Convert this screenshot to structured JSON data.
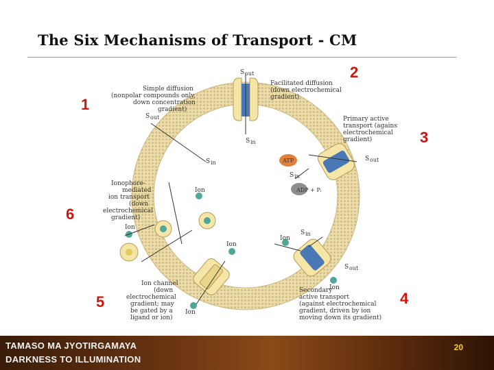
{
  "slide": {
    "title": "The Six Mechanisms of Transport - CM",
    "numbers": [
      "1",
      "2",
      "3",
      "4",
      "5",
      "6"
    ]
  },
  "diagram": {
    "labels": {
      "simple_diffusion": [
        "Simple diffusion",
        "(nonpolar compounds only,",
        "down concentration",
        "gradient)"
      ],
      "facilitated": [
        "Facilitated diffusion",
        "(down electrochemical",
        "gradient)"
      ],
      "primary": [
        "Primary active",
        "transport (against",
        "electrochemical",
        "gradient)"
      ],
      "ionophore": [
        "Ionophore-",
        "mediated",
        "ion transport",
        "(down",
        "electrochemical",
        "gradient)"
      ],
      "ion_channel": [
        "Ion channel",
        "(down",
        "electrochemical",
        "gradient; may",
        "be gated by a",
        "ligand or ion)"
      ],
      "secondary": [
        "Secondary",
        "active transport",
        "(against electrochemical",
        "gradient, driven by ion",
        "moving down its gradient)"
      ],
      "s_out": "S",
      "s_in": "S",
      "out_sub": "out",
      "in_sub": "in",
      "ion": "Ion",
      "atp": "ATP",
      "adp": "ADP + Pᵢ"
    }
  },
  "footer": {
    "line1": "TAMASO MA JYOTIRGAMAYA",
    "line2": "DARKNESS TO ILLUMINATION",
    "page": "20"
  },
  "colors": {
    "title": "#111111",
    "number_red": "#d0140e",
    "membrane": "#ead9a6",
    "protein_blue": "#4a78b5",
    "ion_teal": "#4fa79a",
    "atp_orange": "#e0803a",
    "adp_gray": "#8d8d8d",
    "footer_brown": "#6b3512",
    "page_gold": "#ffd700"
  }
}
